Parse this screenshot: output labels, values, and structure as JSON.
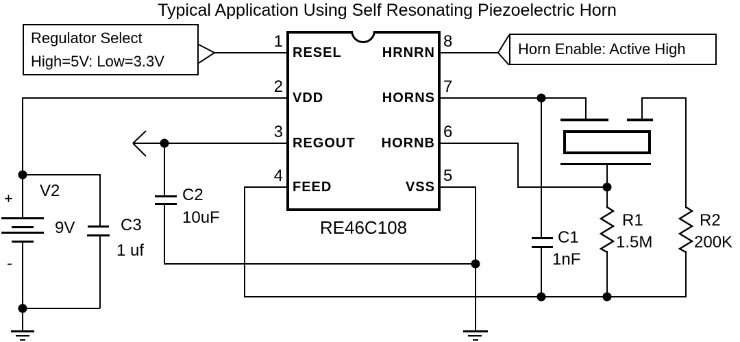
{
  "title": "Typical Application Using Self Resonating Piezoelectric Horn",
  "colors": {
    "line": "#000000",
    "background": "#ffffff"
  },
  "annotations": {
    "regulator_select": {
      "line1": "Regulator Select",
      "line2": "High=5V: Low=3.3V"
    },
    "horn_enable": {
      "text": "Horn Enable: Active High"
    }
  },
  "chip": {
    "part_number": "RE46C108",
    "left_pins": [
      {
        "number": "1",
        "name": "RESEL"
      },
      {
        "number": "2",
        "name": "VDD"
      },
      {
        "number": "3",
        "name": "REGOUT"
      },
      {
        "number": "4",
        "name": "FEED"
      }
    ],
    "right_pins": [
      {
        "number": "8",
        "name": "HRNRN"
      },
      {
        "number": "7",
        "name": "HORNS"
      },
      {
        "number": "6",
        "name": "HORNB"
      },
      {
        "number": "5",
        "name": "VSS"
      }
    ]
  },
  "components": {
    "battery": {
      "designator": "V2",
      "value": "9V",
      "positive": "+",
      "negative": "-"
    },
    "c1": {
      "designator": "C1",
      "value": "1nF"
    },
    "c2": {
      "designator": "C2",
      "value": "10uF"
    },
    "c3": {
      "designator": "C3",
      "value": "1 uf"
    },
    "r1": {
      "designator": "R1",
      "value": "1.5M"
    },
    "r2": {
      "designator": "R2",
      "value": "200K"
    }
  }
}
